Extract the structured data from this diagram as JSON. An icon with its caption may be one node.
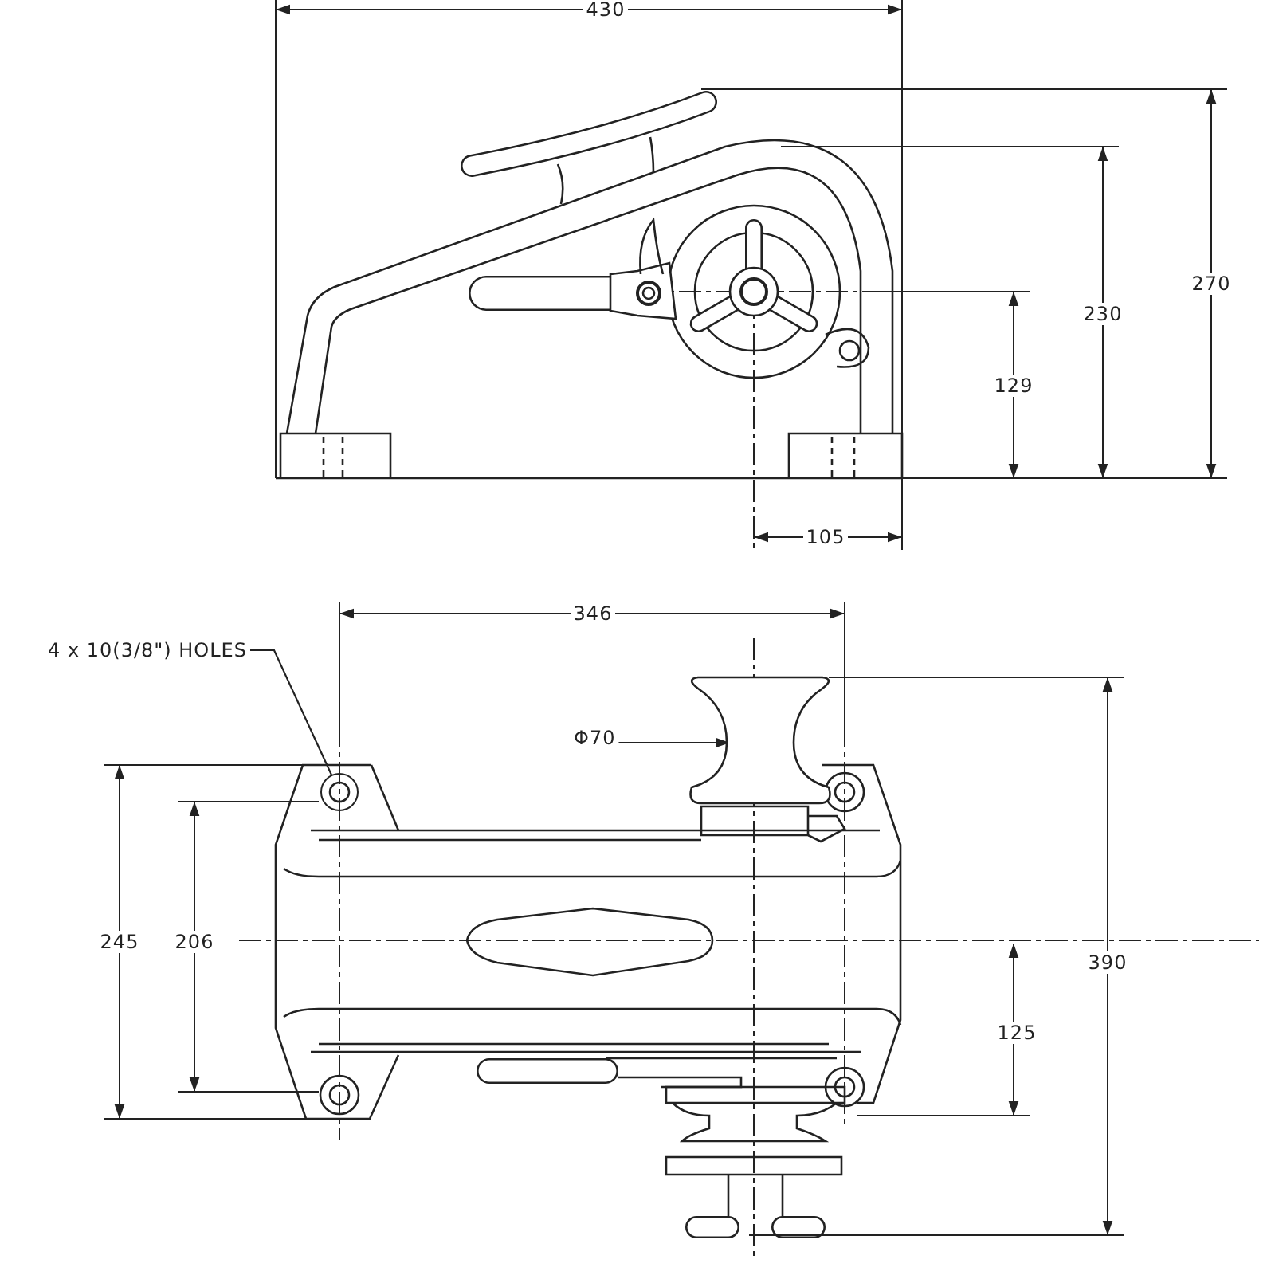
{
  "diagram": {
    "nodes": [
      {
        "text": [
          "4 x 10(3/8\") HOLES"
        ]
      },
      {
        "text": [],
        "shape": "circle"
      },
      {
        "text": [
          "Φ70"
        ]
      },
      {
        "text": [],
        "shape": "picture"
      }
    ],
    "edges": [
      {
        "from": 0,
        "to": 1,
        "arrow": "none"
      },
      {
        "from": 2,
        "to": 3,
        "arrow": "to"
      }
    ],
    "labels": [
      "430",
      "270",
      "230",
      "129",
      "105",
      "346",
      "245",
      "206",
      "390",
      "125"
    ]
  }
}
